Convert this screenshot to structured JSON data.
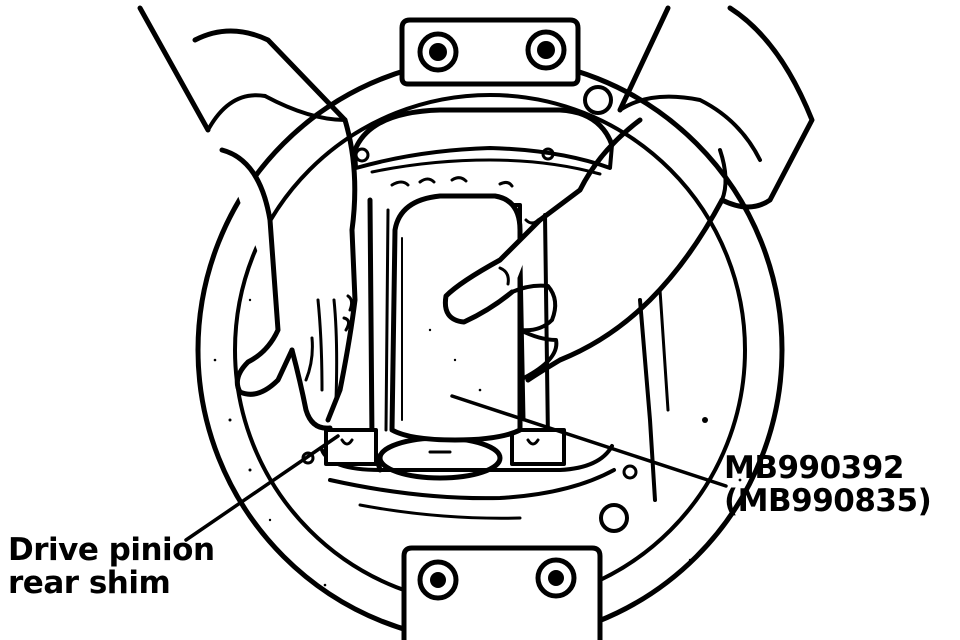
{
  "callouts": {
    "tool": {
      "line1": "MB990392",
      "line2": "(MB990835)"
    },
    "shim": {
      "line1": "Drive pinion",
      "line2": "rear shim"
    }
  },
  "colors": {
    "ink": "#000000",
    "paper": "#ffffff"
  }
}
